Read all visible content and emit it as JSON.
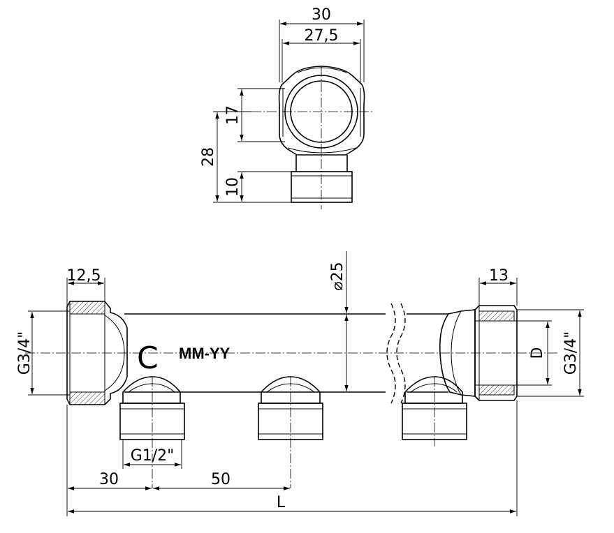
{
  "dimensions": {
    "top_width_30": "30",
    "top_width_27_5": "27,5",
    "top_height_17": "17",
    "top_height_28": "28",
    "top_height_10": "10",
    "left_socket_12_5": "12,5",
    "right_socket_13": "13",
    "diameter_25": "⌀25",
    "left_thread": "G3/4\"",
    "right_thread": "G3/4\"",
    "right_bore": "D",
    "outlet_thread": "G1/2\"",
    "spacing_30": "30",
    "spacing_50": "50",
    "overall_length": "L"
  },
  "marking": {
    "logo_glyph": "C",
    "date_code": "MM-YY"
  }
}
